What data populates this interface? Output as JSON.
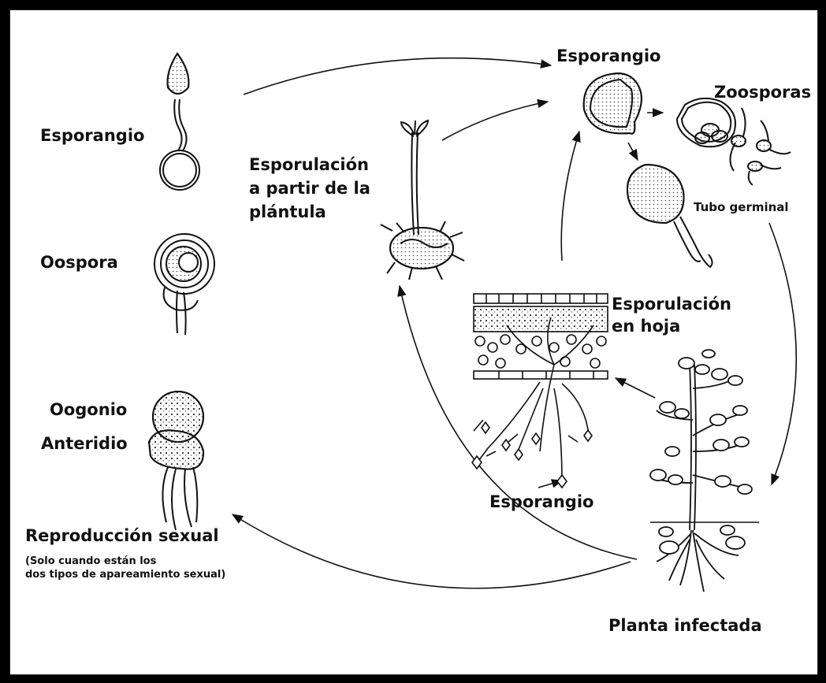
{
  "labels": {
    "sporangium_top": "Esporangio",
    "zoospores": "Zoosporas",
    "germ_tube": "Tubo germinal",
    "seedling_sporulation": [
      "Esporulación",
      "a partir de la",
      "plántula"
    ],
    "leaf_sporulation": [
      "Esporulación",
      "en hoja"
    ],
    "sporangium_leaf": "Esporangio",
    "infected_plant": "Planta infectada",
    "left_sporangium": "Esporangio",
    "oospore": "Oospora",
    "oogonium": "Oogonio",
    "antheridium": "Anteridio",
    "sexual_reproduction": "Reproducción sexual",
    "sexual_note": [
      "(Solo cuando están los",
      "dos tipos de apareamiento sexual)"
    ]
  },
  "icons": [
    "pear-sporangium-icon",
    "spherical-oospore-icon",
    "oogonium-antheridium-icon",
    "seedling-tuber-icon",
    "leaf-cross-section-icon",
    "infected-plant-icon",
    "zoospore-release-icon",
    "germinating-sporangium-icon"
  ],
  "colors": {
    "line": "#111111",
    "background": "#ffffff",
    "frame": "#000000"
  }
}
